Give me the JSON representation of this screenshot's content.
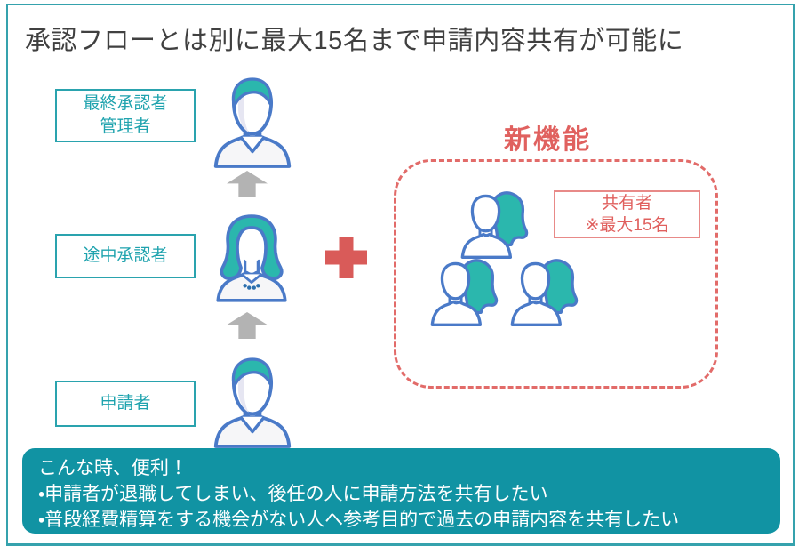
{
  "title": "承認フローとは別に最大15名まで申請内容共有が可能に",
  "flow": {
    "roles": [
      {
        "lines": [
          "最終承認者",
          "管理者"
        ],
        "person": "male-user-icon"
      },
      {
        "lines": [
          "途中承認者"
        ],
        "person": "female-user-icon"
      },
      {
        "lines": [
          "申請者"
        ],
        "person": "male-user-icon"
      }
    ],
    "arrow_icon": "up-arrow-icon"
  },
  "new_feature": {
    "label": "新機能",
    "plus_icon": "plus-icon",
    "members_icon": "people-pair-icon",
    "shared_box": {
      "lines": [
        "共有者",
        "※最大15名"
      ]
    }
  },
  "banner": {
    "heading": "こんな時、便利！",
    "bullets": [
      "・申請者が退職してしまい、後任の人に申請方法を共有したい",
      "・普段経費精算をする機会がない人へ参考目的で過去の申請内容を共有したい"
    ]
  },
  "colors": {
    "frame_border": "#35a2ad",
    "role_box_teal": "#1fa3ae",
    "banner_bg": "#1193a3",
    "accent_red": "#e0615f",
    "plus_red": "#d95b59",
    "dashed_red": "#e26b69",
    "arrow_gray": "#b3b3b3",
    "icon_outline": "#4a7ac8",
    "icon_teal": "#2bb7ad",
    "title_text": "#404040"
  }
}
